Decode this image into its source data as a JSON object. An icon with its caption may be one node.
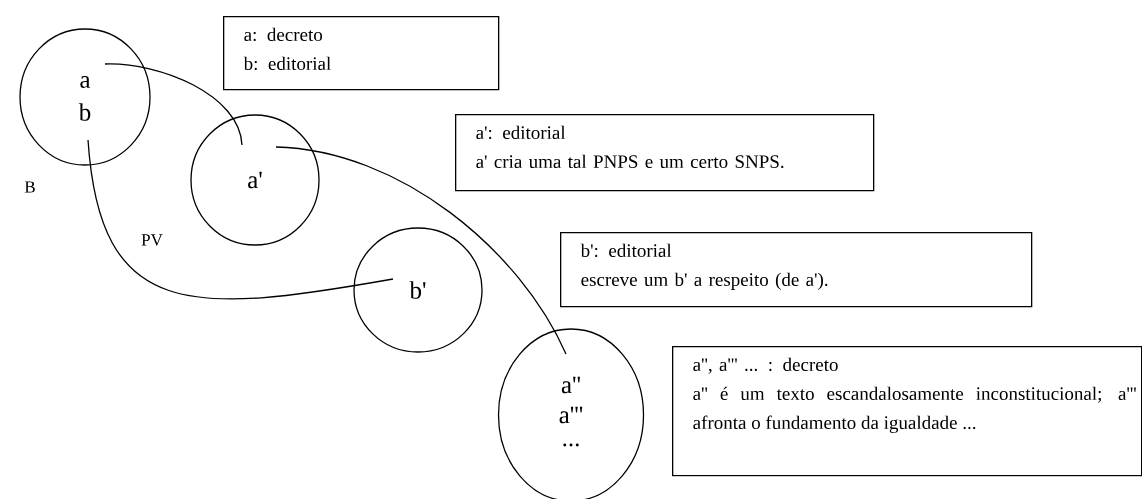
{
  "diagram": {
    "nodes": [
      {
        "text": [
          "a",
          "b"
        ]
      },
      {
        "text": [
          "a'"
        ]
      },
      {
        "text": [
          "b'"
        ]
      },
      {
        "text": [
          "a''",
          "a'''",
          "..."
        ]
      },
      {
        "text": [
          "a: decreto",
          "b: editorial"
        ]
      },
      {
        "text": [
          "a': editorial",
          "a' cria uma tal PNPS e um certo SNPS."
        ]
      },
      {
        "text": [
          "b': editorial",
          "escreve um b' a respeito (de a')."
        ]
      },
      {
        "text": [
          "a'', a''' ... : decreto",
          "a'' é um texto escandalosamente inconstitucional; a''' afronta o fundamento da igualdade ..."
        ]
      }
    ],
    "edges": [
      {
        "from": 0,
        "to": 1,
        "arrow": "none"
      },
      {
        "from": 1,
        "to": 3,
        "arrow": "none"
      },
      {
        "from": 0,
        "to": 2,
        "arrow": "none"
      }
    ],
    "labels": [
      "B",
      "PV"
    ]
  }
}
